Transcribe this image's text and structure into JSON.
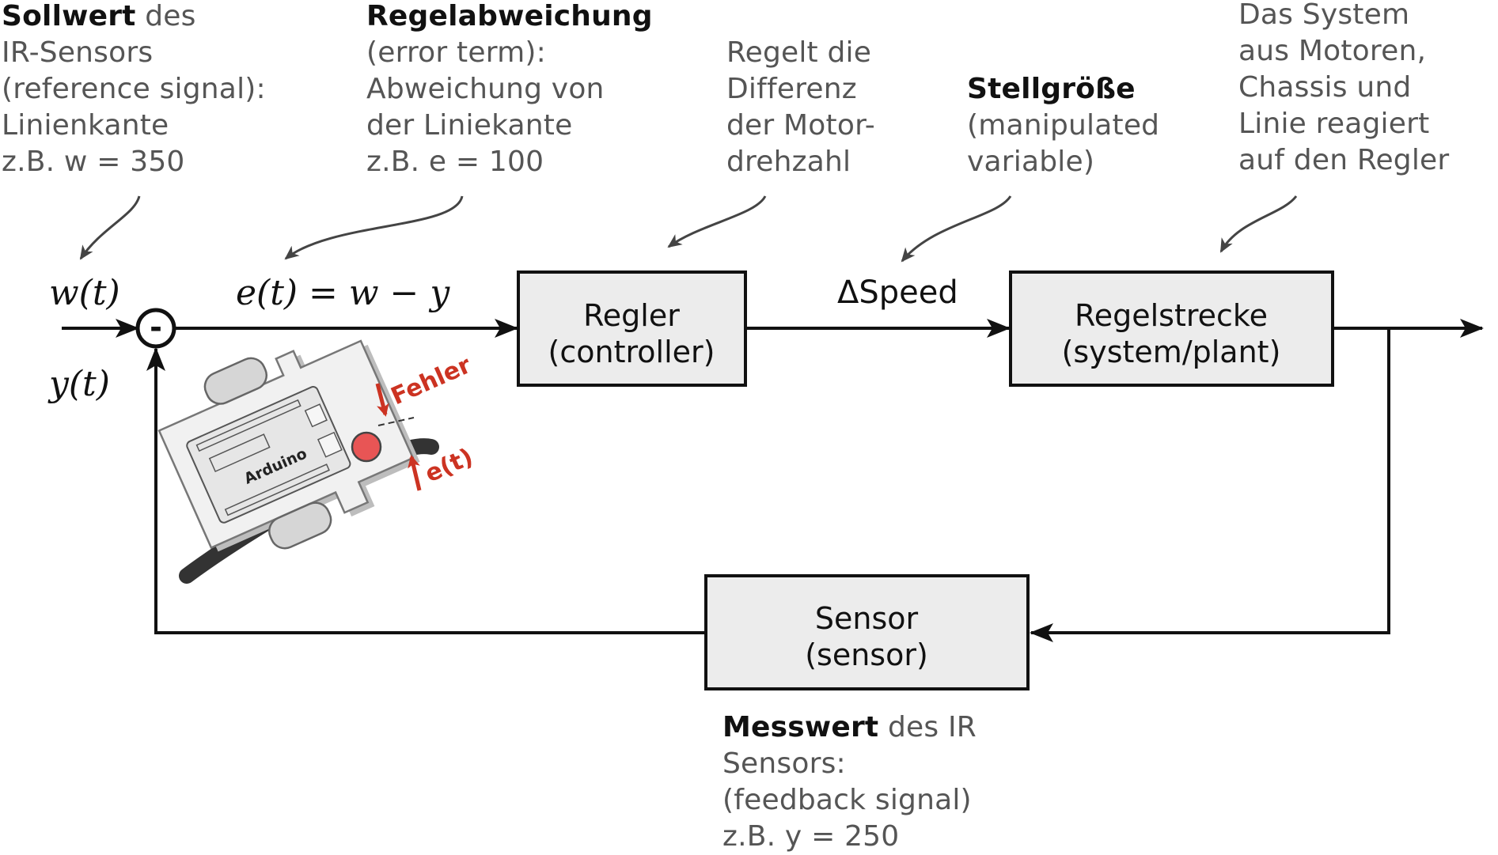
{
  "annotations": {
    "sollwert": {
      "bold": "Sollwert",
      "rest": " des",
      "lines": [
        "IR-Sensors",
        "(reference signal):",
        "Linienkante",
        "z.B. w = 350"
      ]
    },
    "regelabweichung": {
      "bold": "Regelabweichung",
      "lines": [
        "(error term):",
        "Abweichung von",
        "der Liniekante",
        "z.B. e = 100"
      ]
    },
    "regler_note": {
      "lines": [
        "Regelt die",
        "Differenz",
        "der Motor-",
        "drehzahl"
      ]
    },
    "stellgroesse": {
      "bold": "Stellgröße",
      "lines": [
        "(manipulated",
        "variable)"
      ]
    },
    "system_note": {
      "lines": [
        "Das System",
        "aus Motoren,",
        "Chassis und",
        "Linie reagiert",
        "auf den Regler"
      ]
    },
    "messwert": {
      "bold": "Messwert",
      "rest": " des IR",
      "lines": [
        "Sensors:",
        "(feedback signal)",
        "z.B. y = 250"
      ]
    }
  },
  "blocks": {
    "regler": {
      "line1": "Regler",
      "line2": "(controller)"
    },
    "regelstrecke": {
      "line1": "Regelstrecke",
      "line2": "(system/plant)"
    },
    "sensor": {
      "line1": "Sensor",
      "line2": "(sensor)"
    }
  },
  "signals": {
    "w": "w(t)",
    "y": "y(t)",
    "e": "e(t) = w − y",
    "speed": "ΔSpeed",
    "minus": "-"
  },
  "robot": {
    "board_label": "Arduino",
    "fehler_label": "Fehler",
    "e_label": "e(t)"
  },
  "colors": {
    "block_fill": "#ececec",
    "line": "#111111",
    "accent_red": "#cc3322",
    "annotation_text": "#555555"
  }
}
